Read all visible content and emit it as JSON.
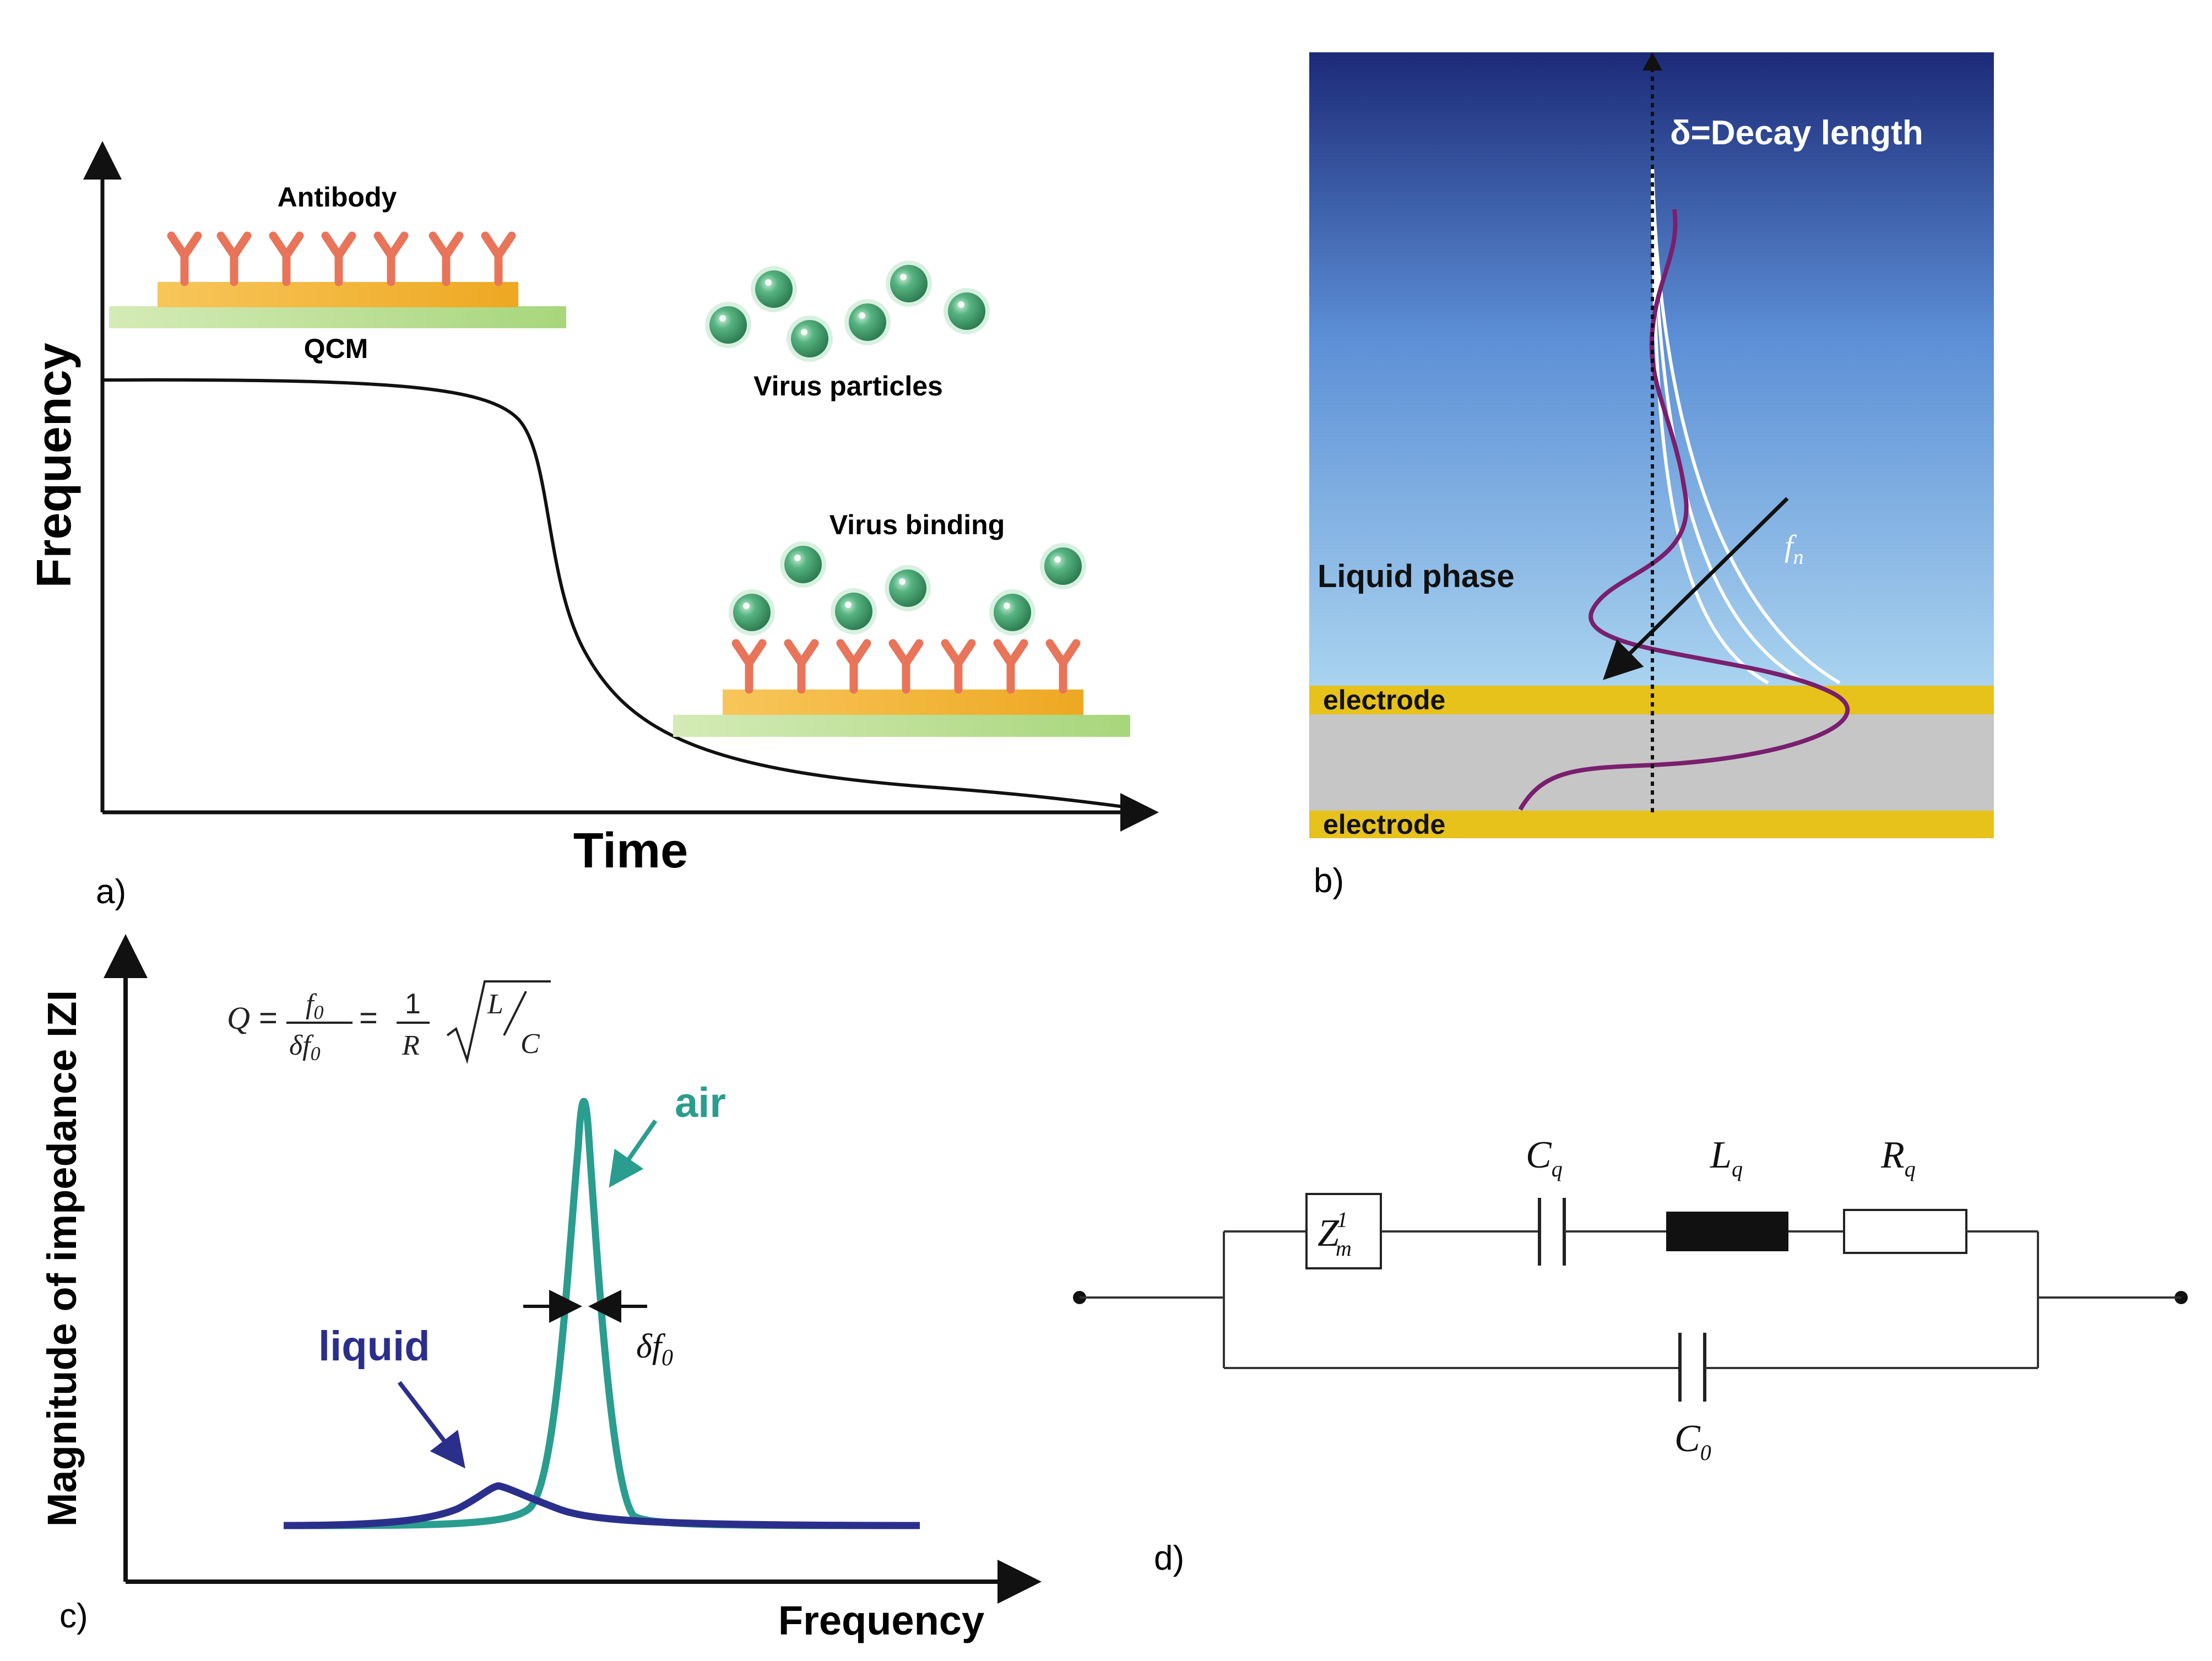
{
  "panel_a": {
    "label": "a)",
    "y_axis": "Frequency",
    "x_axis": "Time",
    "antibody": "Antibody",
    "qcm": "QCM",
    "virus_particles": "Virus particles",
    "virus_binding": "Virus binding"
  },
  "panel_b": {
    "label": "b)",
    "decay": "δ=Decay length",
    "liquid": "Liquid phase",
    "electrode_top": "electrode",
    "electrode_bottom": "electrode",
    "fn": "f",
    "fn_sub": "n"
  },
  "panel_c": {
    "label": "c)",
    "y_axis": "Magnitude of impedance IZI",
    "x_axis": "Frequency",
    "air": "air",
    "liquid": "liquid",
    "delta_f": "δf",
    "delta_f_sub": "0",
    "eq_q": "Q",
    "eq_f0": "f",
    "eq_f0_sub": "0",
    "eq_df0": "δf",
    "eq_df0_sub": "0",
    "eq_one": "1",
    "eq_r": "R",
    "eq_l": "L",
    "eq_c": "C"
  },
  "panel_d": {
    "label": "d)",
    "zm": "Z",
    "zm_sup": "1",
    "zm_sub": "m",
    "cq": "C",
    "cq_sub": "q",
    "lq": "L",
    "lq_sub": "q",
    "rq": "R",
    "rq_sub": "q",
    "c0": "C",
    "c0_sub": "0"
  },
  "colors": {
    "antibody": "#e8745a",
    "gold_layer": "#f2b63c",
    "qcm_layer": "#bfe09a",
    "virus": "#3f9e6a",
    "teal_air": "#2a9d8f",
    "navy_liquid": "#2b2f8c",
    "purple_wave": "#7a1f6e",
    "electrode": "#e6c21a"
  }
}
